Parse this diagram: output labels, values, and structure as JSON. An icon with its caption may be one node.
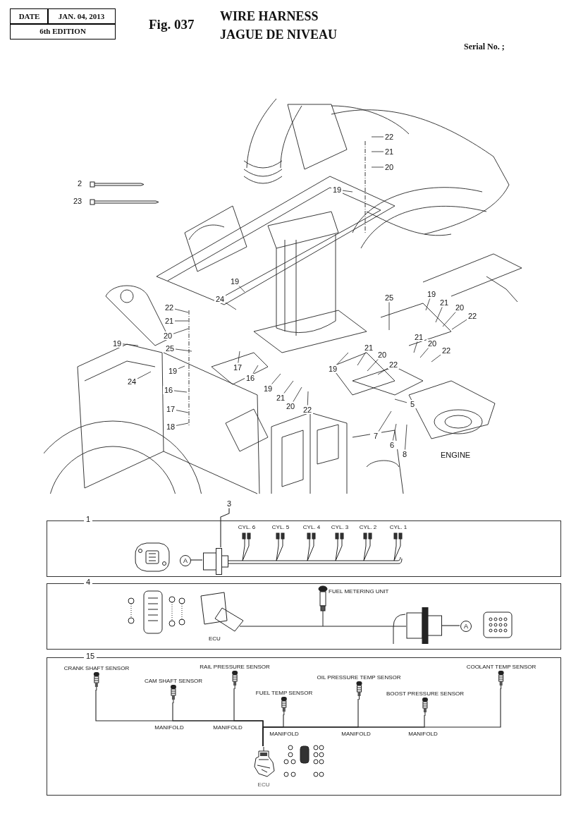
{
  "diagram": {
    "title": "WIRE HARNESS",
    "nodes": [
      {
        "text": [
          "22"
        ]
      },
      {
        "text": [
          "21"
        ]
      },
      {
        "text": [
          "20"
        ]
      },
      {
        "text": [
          "19"
        ]
      },
      {
        "text": [
          "19"
        ]
      },
      {
        "text": [
          "24"
        ]
      },
      {
        "text": [
          "22"
        ]
      },
      {
        "text": [
          "21"
        ]
      },
      {
        "text": [
          "20"
        ]
      },
      {
        "text": [
          "19"
        ]
      },
      {
        "text": [
          "25"
        ]
      },
      {
        "text": [
          "19"
        ]
      },
      {
        "text": [
          "24"
        ]
      },
      {
        "text": [
          "16"
        ]
      },
      {
        "text": [
          "17"
        ]
      },
      {
        "text": [
          "18"
        ]
      },
      {
        "text": [
          "17"
        ]
      },
      {
        "text": [
          "16"
        ]
      },
      {
        "text": [
          "19"
        ]
      },
      {
        "text": [
          "21"
        ]
      },
      {
        "text": [
          "20"
        ]
      },
      {
        "text": [
          "22"
        ]
      },
      {
        "text": [
          "25"
        ]
      },
      {
        "text": [
          "19"
        ]
      },
      {
        "text": [
          "21"
        ]
      },
      {
        "text": [
          "20"
        ]
      },
      {
        "text": [
          "22"
        ]
      },
      {
        "text": [
          "21"
        ]
      },
      {
        "text": [
          "20"
        ]
      },
      {
        "text": [
          "22"
        ]
      },
      {
        "text": [
          "19"
        ]
      },
      {
        "text": [
          "21"
        ]
      },
      {
        "text": [
          "20"
        ]
      },
      {
        "text": [
          "22"
        ]
      },
      {
        "text": [
          "5"
        ]
      },
      {
        "text": [
          "7"
        ]
      },
      {
        "text": [
          "6"
        ]
      },
      {
        "text": [
          "8"
        ]
      },
      {
        "text": [
          "3"
        ]
      },
      {
        "text": [
          "1"
        ]
      },
      {
        "text": [
          "A"
        ],
        "in": 39
      },
      {
        "text": [
          "4"
        ]
      },
      {
        "text": [
          "A"
        ],
        "in": 41
      },
      {
        "text": [
          "15"
        ]
      },
      {
        "text": [
          "CRANK SHAFT SENSOR"
        ],
        "in": 43
      },
      {
        "text": [
          "CAM SHAFT SENSOR"
        ],
        "in": 43
      },
      {
        "text": [
          "RAIL PRESSURE SENSOR"
        ],
        "in": 43
      },
      {
        "text": [
          "FUEL TEMP SENSOR"
        ],
        "in": 43
      },
      {
        "text": [
          "OIL PRESSURE TEMP SENSOR"
        ],
        "in": 43
      },
      {
        "text": [
          "BOOST PRESSURE SENSOR"
        ],
        "in": 43
      },
      {
        "text": [
          "COOLANT TEMP SENSOR"
        ],
        "in": 43
      },
      {
        "text": [
          "ECU"
        ],
        "in": 43
      },
      {
        "text": [],
        "shape": "picture",
        "in": 39
      },
      {
        "text": [],
        "shape": "picture",
        "in": 41
      }
    ],
    "edges": [
      {
        "from": 0,
        "to": null,
        "arrow": "none"
      },
      {
        "from": 1,
        "to": null,
        "arrow": "none"
      },
      {
        "from": 2,
        "to": null,
        "arrow": "none"
      },
      {
        "from": 3,
        "to": null,
        "arrow": "none"
      },
      {
        "from": 4,
        "to": null,
        "arrow": "none"
      },
      {
        "from": 5,
        "to": null,
        "arrow": "none"
      },
      {
        "from": 6,
        "to": null,
        "arrow": "none"
      },
      {
        "from": 7,
        "to": null,
        "arrow": "none"
      },
      {
        "from": 8,
        "to": null,
        "arrow": "none"
      },
      {
        "from": 9,
        "to": null,
        "arrow": "none"
      },
      {
        "from": 10,
        "to": null,
        "arrow": "none"
      },
      {
        "from": 11,
        "to": null,
        "arrow": "none"
      },
      {
        "from": 12,
        "to": null,
        "arrow": "none"
      },
      {
        "from": 13,
        "to": null,
        "arrow": "none"
      },
      {
        "from": 14,
        "to": null,
        "arrow": "none"
      },
      {
        "from": 15,
        "to": null,
        "arrow": "none"
      },
      {
        "from": 16,
        "to": null,
        "arrow": "none"
      },
      {
        "from": 17,
        "to": null,
        "arrow": "none"
      },
      {
        "from": 18,
        "to": null,
        "arrow": "none"
      },
      {
        "from": 19,
        "to": null,
        "arrow": "none"
      },
      {
        "from": 20,
        "to": null,
        "arrow": "none"
      },
      {
        "from": 21,
        "to": null,
        "arrow": "none"
      },
      {
        "from": 22,
        "to": null,
        "arrow": "none"
      },
      {
        "from": 23,
        "to": null,
        "arrow": "none"
      },
      {
        "from": 24,
        "to": null,
        "arrow": "none"
      },
      {
        "from": 25,
        "to": null,
        "arrow": "none"
      },
      {
        "from": 26,
        "to": null,
        "arrow": "none"
      },
      {
        "from": 27,
        "to": null,
        "arrow": "none"
      },
      {
        "from": 28,
        "to": null,
        "arrow": "none"
      },
      {
        "from": 29,
        "to": null,
        "arrow": "none"
      },
      {
        "from": 30,
        "to": null,
        "arrow": "none"
      },
      {
        "from": 31,
        "to": null,
        "arrow": "none"
      },
      {
        "from": 32,
        "to": null,
        "arrow": "none"
      },
      {
        "from": 33,
        "to": null,
        "arrow": "none"
      },
      {
        "from": 34,
        "to": null,
        "arrow": "none"
      },
      {
        "from": 35,
        "to": null,
        "arrow": "none"
      },
      {
        "from": 36,
        "to": null,
        "arrow": "none"
      },
      {
        "from": 37,
        "to": null,
        "arrow": "none"
      },
      {
        "from": 38,
        "to": 52,
        "arrow": "none"
      },
      {
        "from": 40,
        "to": 52,
        "arrow": "none"
      },
      {
        "from": 42,
        "to": 53,
        "arrow": "none"
      },
      {
        "from": 44,
        "to": 51,
        "arrow": "none"
      },
      {
        "from": 45,
        "to": 51,
        "arrow": "none"
      },
      {
        "from": 46,
        "to": 51,
        "arrow": "none"
      },
      {
        "from": 47,
        "to": 51,
        "arrow": "none"
      },
      {
        "from": 48,
        "to": 51,
        "arrow": "none"
      },
      {
        "from": 49,
        "to": 51,
        "arrow": "none"
      },
      {
        "from": 50,
        "to": 51,
        "arrow": "none"
      }
    ],
    "labels": [
      "DATE",
      "JAN. 04, 2013",
      "6th EDITION",
      "Fig. 037",
      "JAGUE DE NIVEAU",
      "Serial No. ;",
      "2",
      "23",
      "ENGINE",
      "CYL. 6",
      "CYL. 5",
      "CYL. 4",
      "CYL. 3",
      "CYL. 2",
      "CYL. 1",
      "ECU",
      "FUEL METERING UNIT",
      "MANIFOLD",
      "MANIFOLD",
      "MANIFOLD",
      "MANIFOLD",
      "MANIFOLD"
    ]
  }
}
